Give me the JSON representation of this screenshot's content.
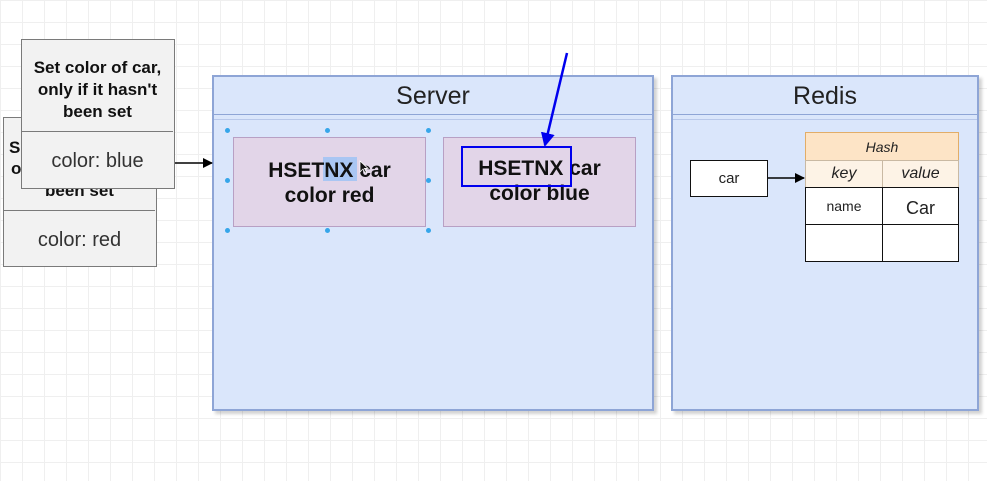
{
  "left_cards": {
    "back_card": {
      "title_fragment_s": "S",
      "title_fragment_o": "o",
      "title_fragment_been": "been set",
      "value": "color: red"
    },
    "front_card": {
      "title": "Set color of car, only if it hasn't been set",
      "value": "color: blue"
    }
  },
  "server": {
    "title": "Server",
    "commands": [
      {
        "line1": "HSETNX car",
        "line2": "color red"
      },
      {
        "line1": "HSETNX car",
        "line2": "color blue"
      }
    ]
  },
  "redis": {
    "title": "Redis",
    "key_label": "car",
    "hash": {
      "header": "Hash",
      "columns": [
        "key",
        "value"
      ],
      "rows": [
        {
          "key": "name",
          "value": "Car"
        },
        {
          "key": "",
          "value": ""
        }
      ]
    }
  },
  "colors": {
    "panel_fill": "#dae6fb",
    "command_fill": "#e2d5e8",
    "hash_header_fill": "#fde4c6",
    "highlight_blue": "#0000ee",
    "selection_handle": "#36a6ea"
  }
}
